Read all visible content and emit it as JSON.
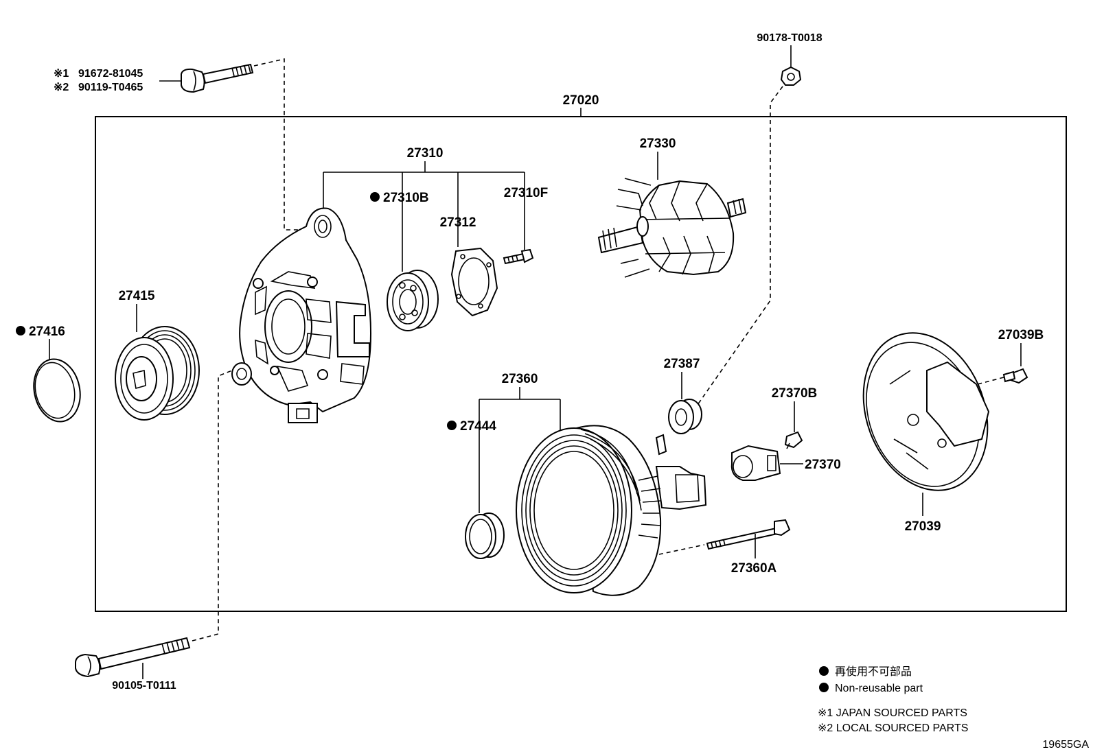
{
  "assembly_number": "27020",
  "callouts": {
    "bolt_top_japan": "91672-81045",
    "bolt_top_local": "90119-T0465",
    "japan_marker": "※1",
    "local_marker": "※2",
    "nut_top": "90178-T0018",
    "bolt_bottom": "90105-T0111",
    "frame_drive_end": "27310",
    "bearing_27310B": "27310B",
    "screw_27310F": "27310F",
    "retainer": "27312",
    "rotor": "27330",
    "pulley": "27415",
    "cap": "27416",
    "stator_frame": "27360",
    "bearing_27444": "27444",
    "insulator": "27387",
    "brush_holder_screw": "27370B",
    "brush_holder": "27370",
    "rear_cover": "27039",
    "rear_cover_screw": "27039B",
    "through_bolt": "27360A"
  },
  "non_reusable_parts": [
    "27416",
    "27310B",
    "27444"
  ],
  "legend": {
    "bullet_japanese": "再使用不可部品",
    "bullet_english": "Non-reusable part",
    "note1": "※1 JAPAN SOURCED PARTS",
    "note2": "※2 LOCAL SOURCED PARTS"
  },
  "figure_code": "19655GA"
}
